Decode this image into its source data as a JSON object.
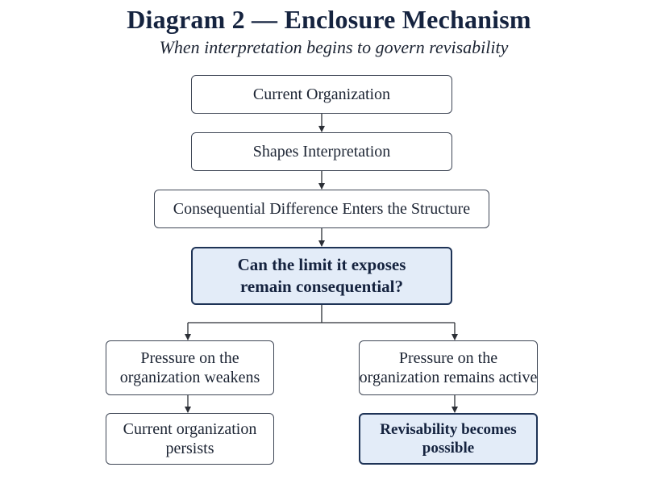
{
  "title": "Diagram 2 — Enclosure Mechanism",
  "subtitle": "When interpretation begins to govern revisability",
  "nodes": {
    "current_organization": "Current Organization",
    "shapes_interpretation": "Shapes Interpretation",
    "consequential_difference": "Consequential Difference Enters the Structure",
    "decision": {
      "line1": "Can the limit it exposes",
      "line2": "remain consequential?"
    },
    "pressure_weakens": {
      "line1": "Pressure on the",
      "line2": "organization weakens"
    },
    "pressure_active": {
      "line1": "Pressure on the",
      "line2": "organization remains active"
    },
    "organization_persists": {
      "line1": "Current organization",
      "line2": "persists"
    },
    "revisability_possible": {
      "line1": "Revisability becomes",
      "line2": "possible"
    }
  },
  "colors": {
    "highlight_fill": "#e3ecf8",
    "highlight_border": "#1e3356",
    "box_border": "#3f4756",
    "title_color": "#15233f"
  }
}
